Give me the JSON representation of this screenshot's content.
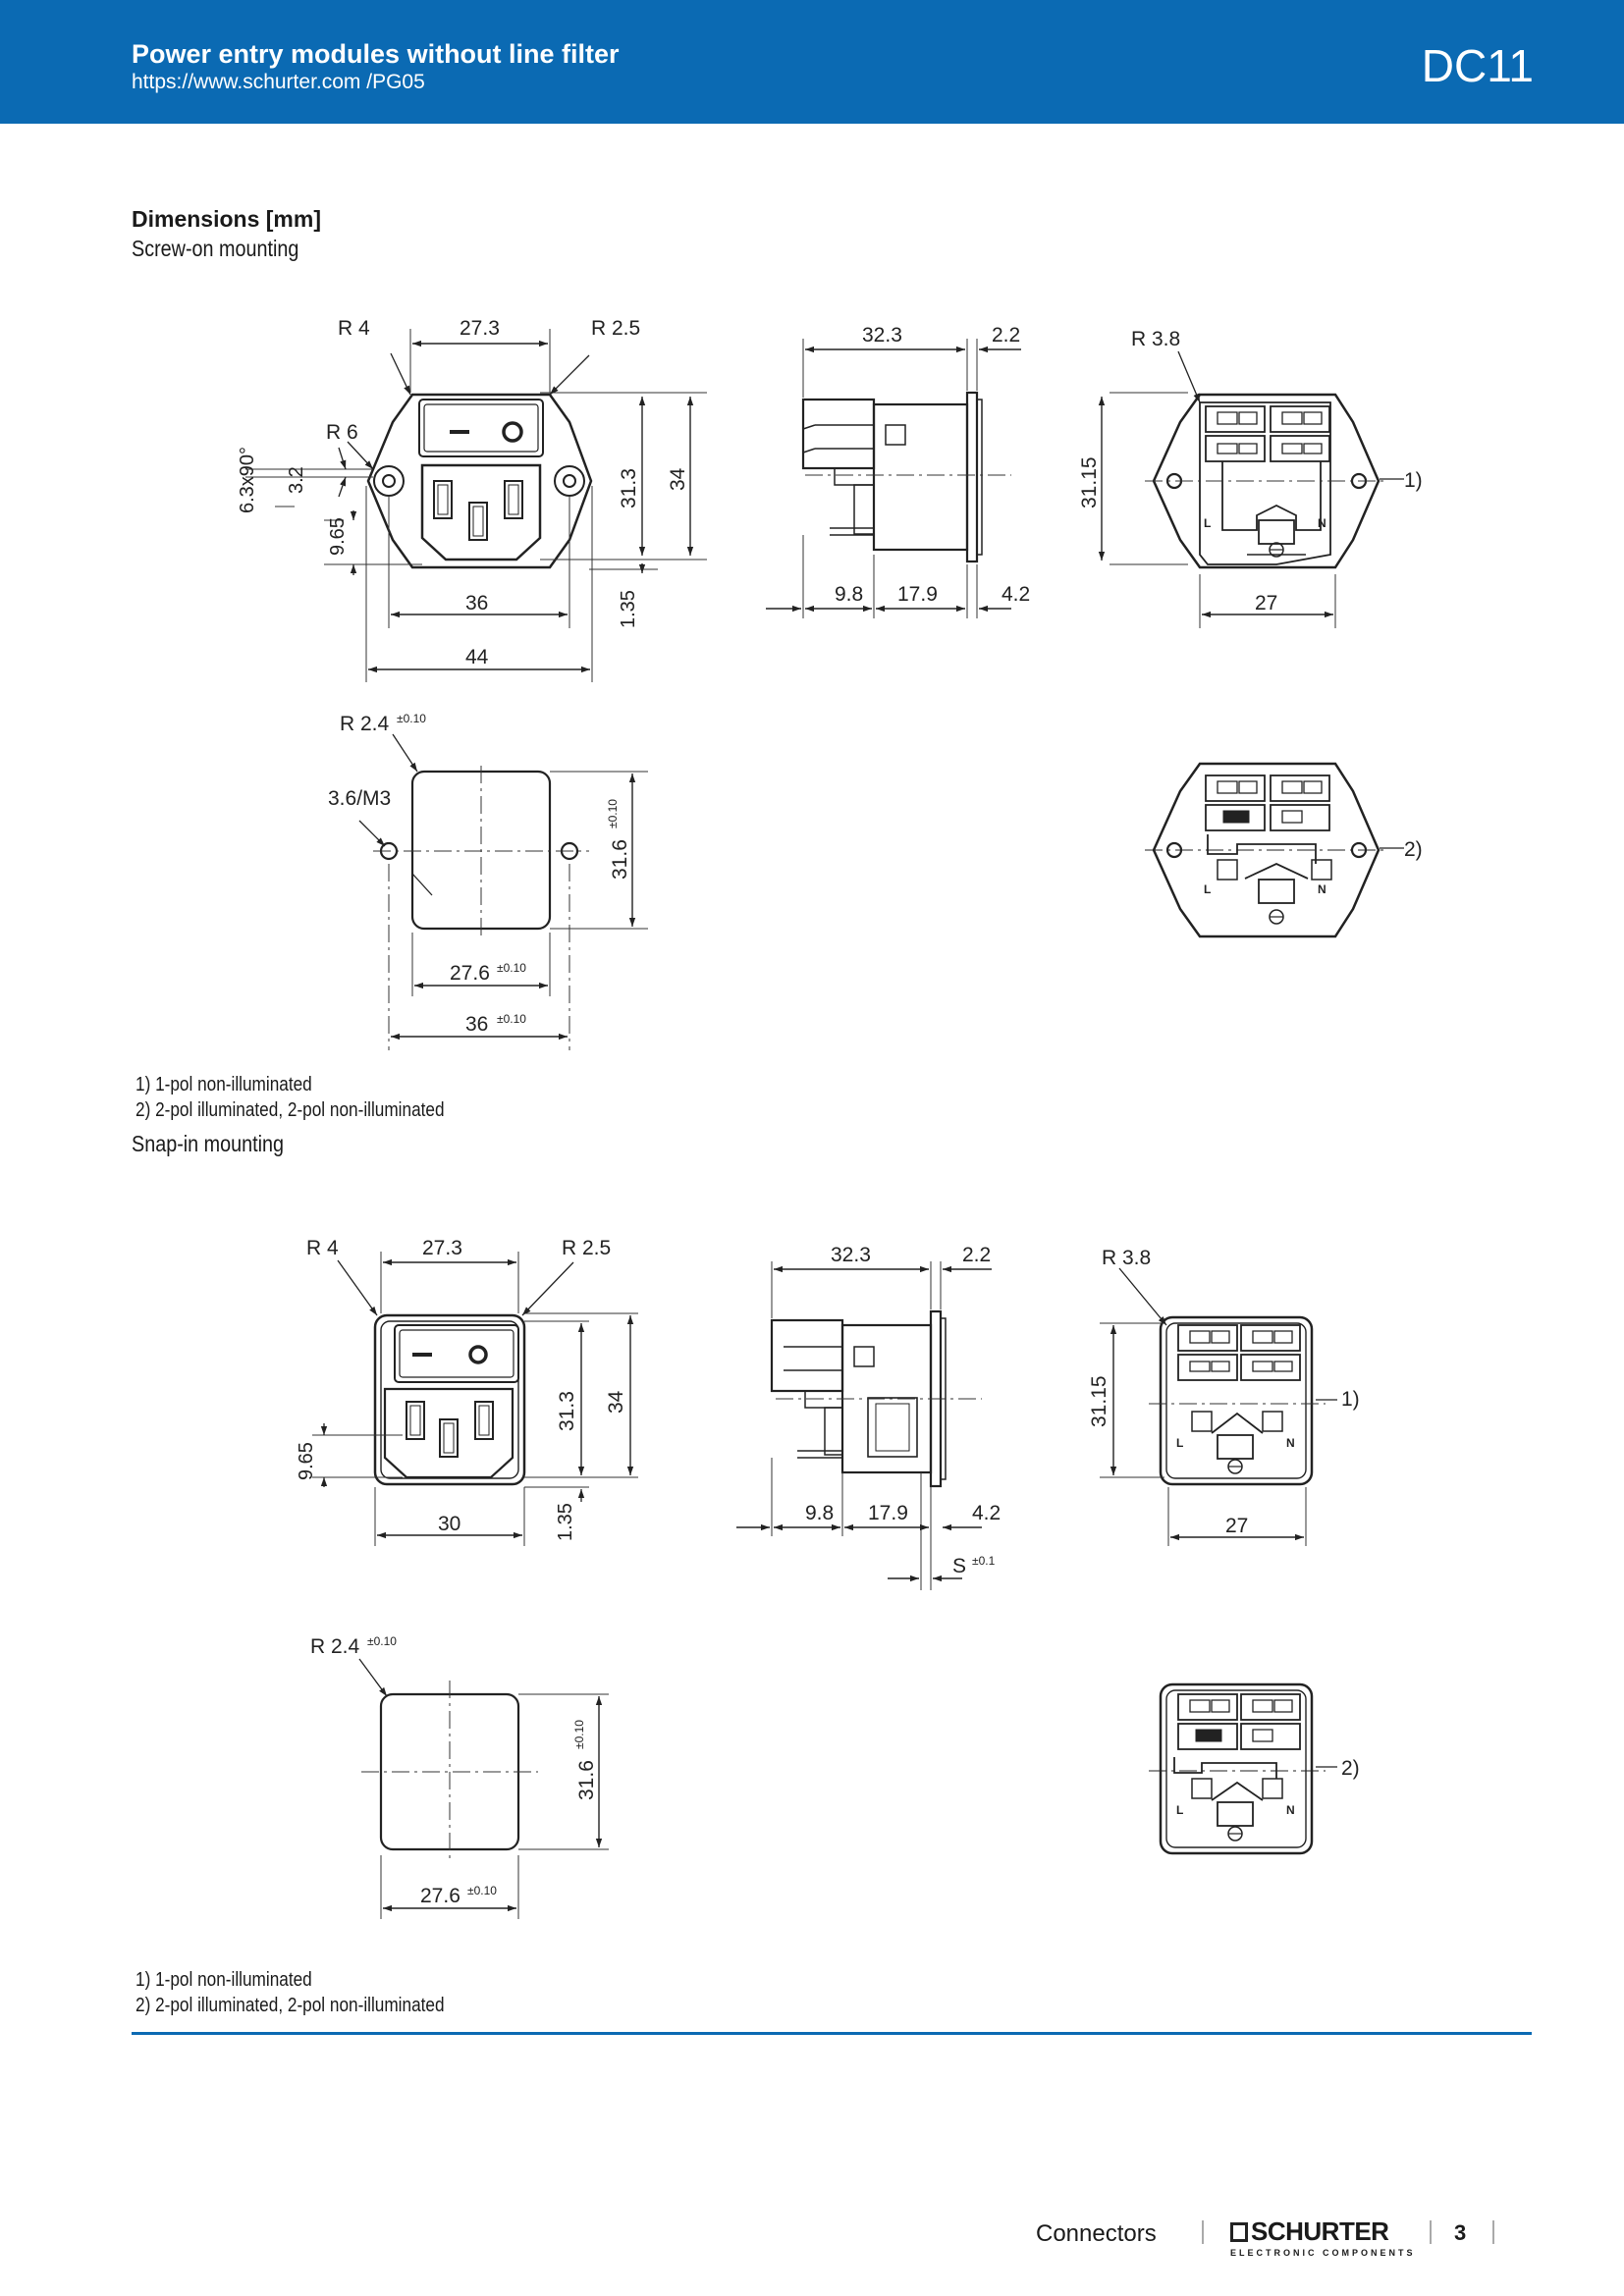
{
  "header": {
    "title": "Power entry modules without line filter",
    "url": "https://www.schurter.com /PG05",
    "code": "DC11"
  },
  "section": {
    "heading": "Dimensions [mm]",
    "screw_on": "Screw-on mounting",
    "snap_in": "Snap-in mounting"
  },
  "screw_on": {
    "front": {
      "r_left": "R 4",
      "width_top": "27.3",
      "r_right": "R 2.5",
      "r6": "R 6",
      "chamfer": "6.3x90°",
      "gap": "3.2",
      "h_lower": "9.65",
      "h_inner": "31.3",
      "h_total": "34",
      "hole_span": "36",
      "overall_w": "44",
      "bottom_gap": "1.35"
    },
    "side": {
      "depth": "32.3",
      "flange": "2.2",
      "d1": "9.8",
      "d2": "17.9",
      "d3": "4.2"
    },
    "rear": {
      "radius": "R 3.8",
      "height": "31.15",
      "width": "27",
      "callout": "1)"
    },
    "cutout": {
      "radius": "R 2.4",
      "tol": "±0.10",
      "hole": "3.6/M3",
      "height": "31.6",
      "width": "27.6",
      "hole_span": "36"
    },
    "rear2": {
      "callout": "2)"
    }
  },
  "snap_in": {
    "front": {
      "r_left": "R 4",
      "width_top": "27.3",
      "r_right": "R 2.5",
      "h_lower": "9.65",
      "h_inner": "31.3",
      "h_total": "34",
      "width_bottom": "30",
      "bottom_gap": "1.35"
    },
    "side": {
      "depth": "32.3",
      "flange": "2.2",
      "d1": "9.8",
      "d2": "17.9",
      "d3": "4.2",
      "s": "S",
      "s_tol": "±0.1"
    },
    "rear": {
      "radius": "R 3.8",
      "height": "31.15",
      "width": "27",
      "callout": "1)"
    },
    "cutout": {
      "radius": "R 2.4",
      "tol": "±0.10",
      "height": "31.6",
      "width": "27.6"
    },
    "rear2": {
      "callout": "2)"
    }
  },
  "notes": {
    "n1": "1) 1-pol non-illuminated",
    "n2": "2) 2-pol illuminated, 2-pol non-illuminated"
  },
  "footer": {
    "category": "Connectors",
    "brand": "SCHURTER",
    "tagline": "ELECTRONIC COMPONENTS",
    "page": "3"
  }
}
